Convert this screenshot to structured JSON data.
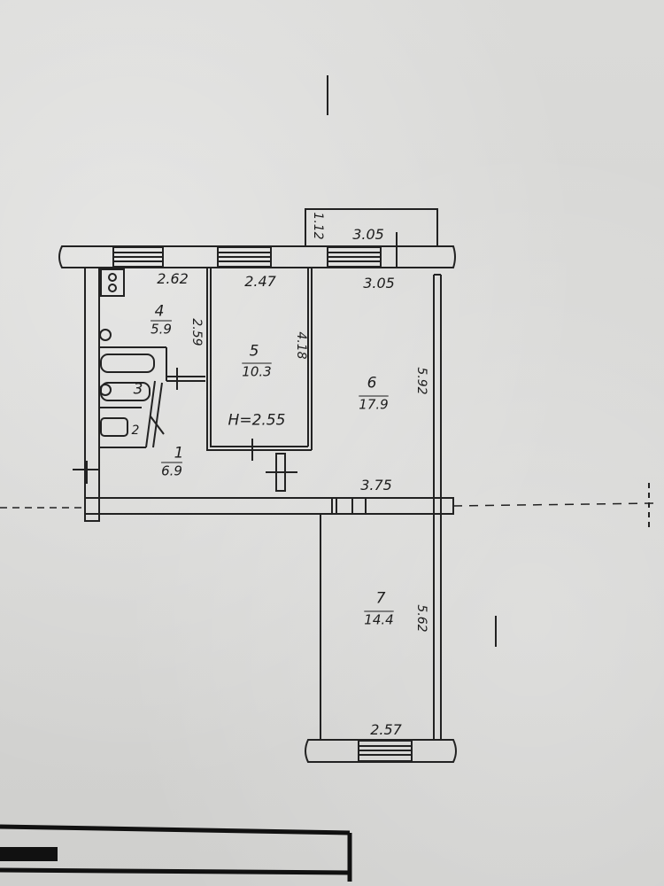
{
  "plan": {
    "rooms": [
      {
        "id": "1",
        "number": "1",
        "area": "6.9"
      },
      {
        "id": "2",
        "number": "2"
      },
      {
        "id": "3",
        "number": "3"
      },
      {
        "id": "4",
        "number": "4",
        "area": "5.9"
      },
      {
        "id": "5",
        "number": "5",
        "area": "10.3"
      },
      {
        "id": "6",
        "number": "6",
        "area": "17.9"
      },
      {
        "id": "7",
        "number": "7",
        "area": "14.4"
      }
    ],
    "dimensions": {
      "w_kitchen": "2.62",
      "w_room5": "2.47",
      "w_room6": "3.05",
      "w_balcony_top": "3.05",
      "balcony_depth": "1.12",
      "kitchen_depth": "2.59",
      "room5_depth": "4.18",
      "room6_depth": "5.92",
      "room7_depth": "5.62",
      "w_room7_top": "3.75",
      "w_room7_bottom": "2.57",
      "ceiling_height": "H=2.55"
    }
  }
}
